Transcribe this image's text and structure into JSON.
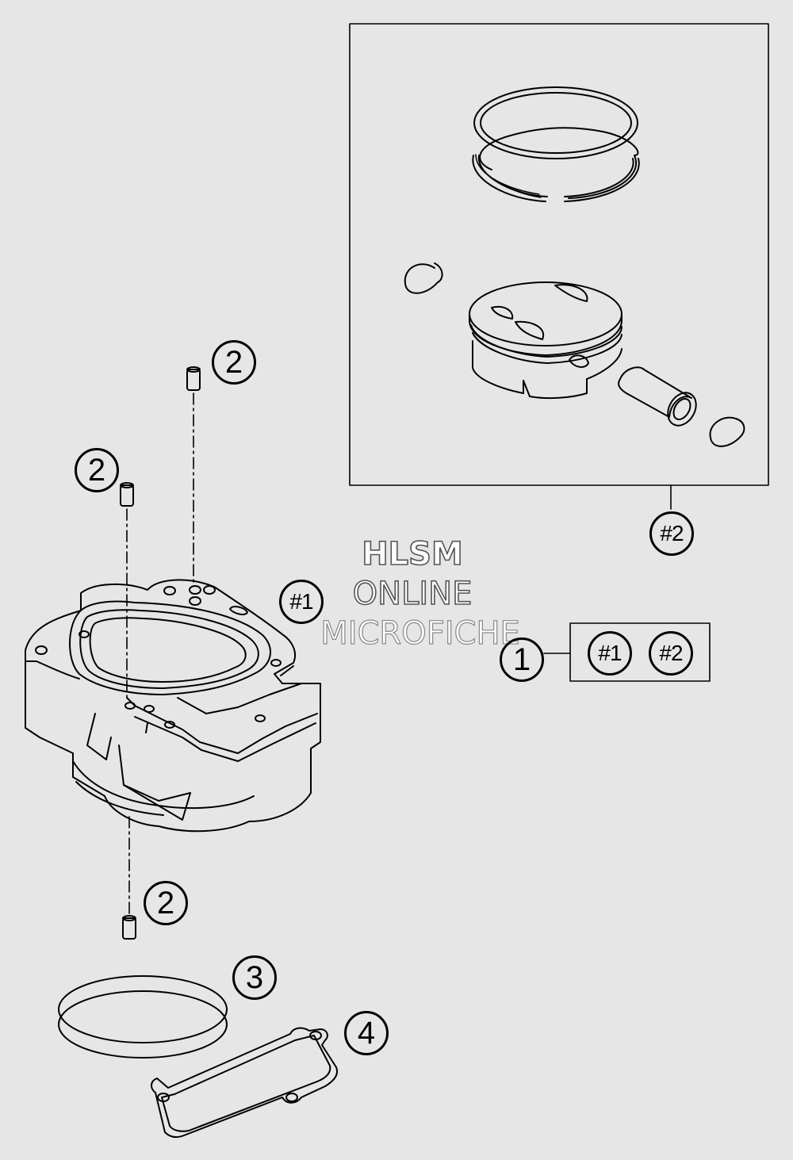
{
  "watermark": {
    "line1": "HLSM",
    "line2": "ONLINE",
    "line3": "MICROFICHE"
  },
  "callouts": {
    "pin_top": "2",
    "pin_left": "2",
    "pin_bottom": "2",
    "o_ring": "3",
    "gasket": "4",
    "kit": "1",
    "cylinder_ref": "#1",
    "piston_ref": "#2",
    "kit_ref_1": "#1",
    "kit_ref_2": "#2"
  },
  "colors": {
    "background": "#e6e6e6",
    "line": "#000000"
  }
}
